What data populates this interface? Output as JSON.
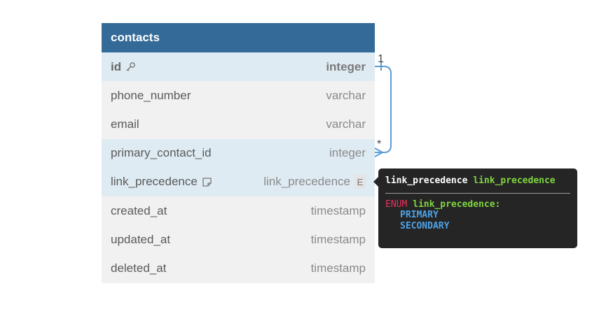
{
  "table": {
    "name": "contacts",
    "columns": [
      {
        "name": "id",
        "type": "integer",
        "pk": true
      },
      {
        "name": "phone_number",
        "type": "varchar"
      },
      {
        "name": "email",
        "type": "varchar"
      },
      {
        "name": "primary_contact_id",
        "type": "integer"
      },
      {
        "name": "link_precedence",
        "type": "link_precedence",
        "badge": "E"
      },
      {
        "name": "created_at",
        "type": "timestamp"
      },
      {
        "name": "updated_at",
        "type": "timestamp"
      },
      {
        "name": "deleted_at",
        "type": "timestamp"
      }
    ]
  },
  "relation": {
    "from_cardinality": "1",
    "to_cardinality": "*"
  },
  "tooltip": {
    "title_name": "link_precedence",
    "title_type": "link_precedence",
    "enum_keyword": "ENUM",
    "enum_name": "link_precedence:",
    "values": [
      "PRIMARY",
      "SECONDARY"
    ]
  },
  "colors": {
    "header": "#336a98",
    "highlight_row": "#dfebf3",
    "relation_line": "#5b9bd5",
    "tooltip_bg": "#252525"
  },
  "icons": {
    "pk_icon": "key-icon",
    "note_icon": "note-icon"
  }
}
